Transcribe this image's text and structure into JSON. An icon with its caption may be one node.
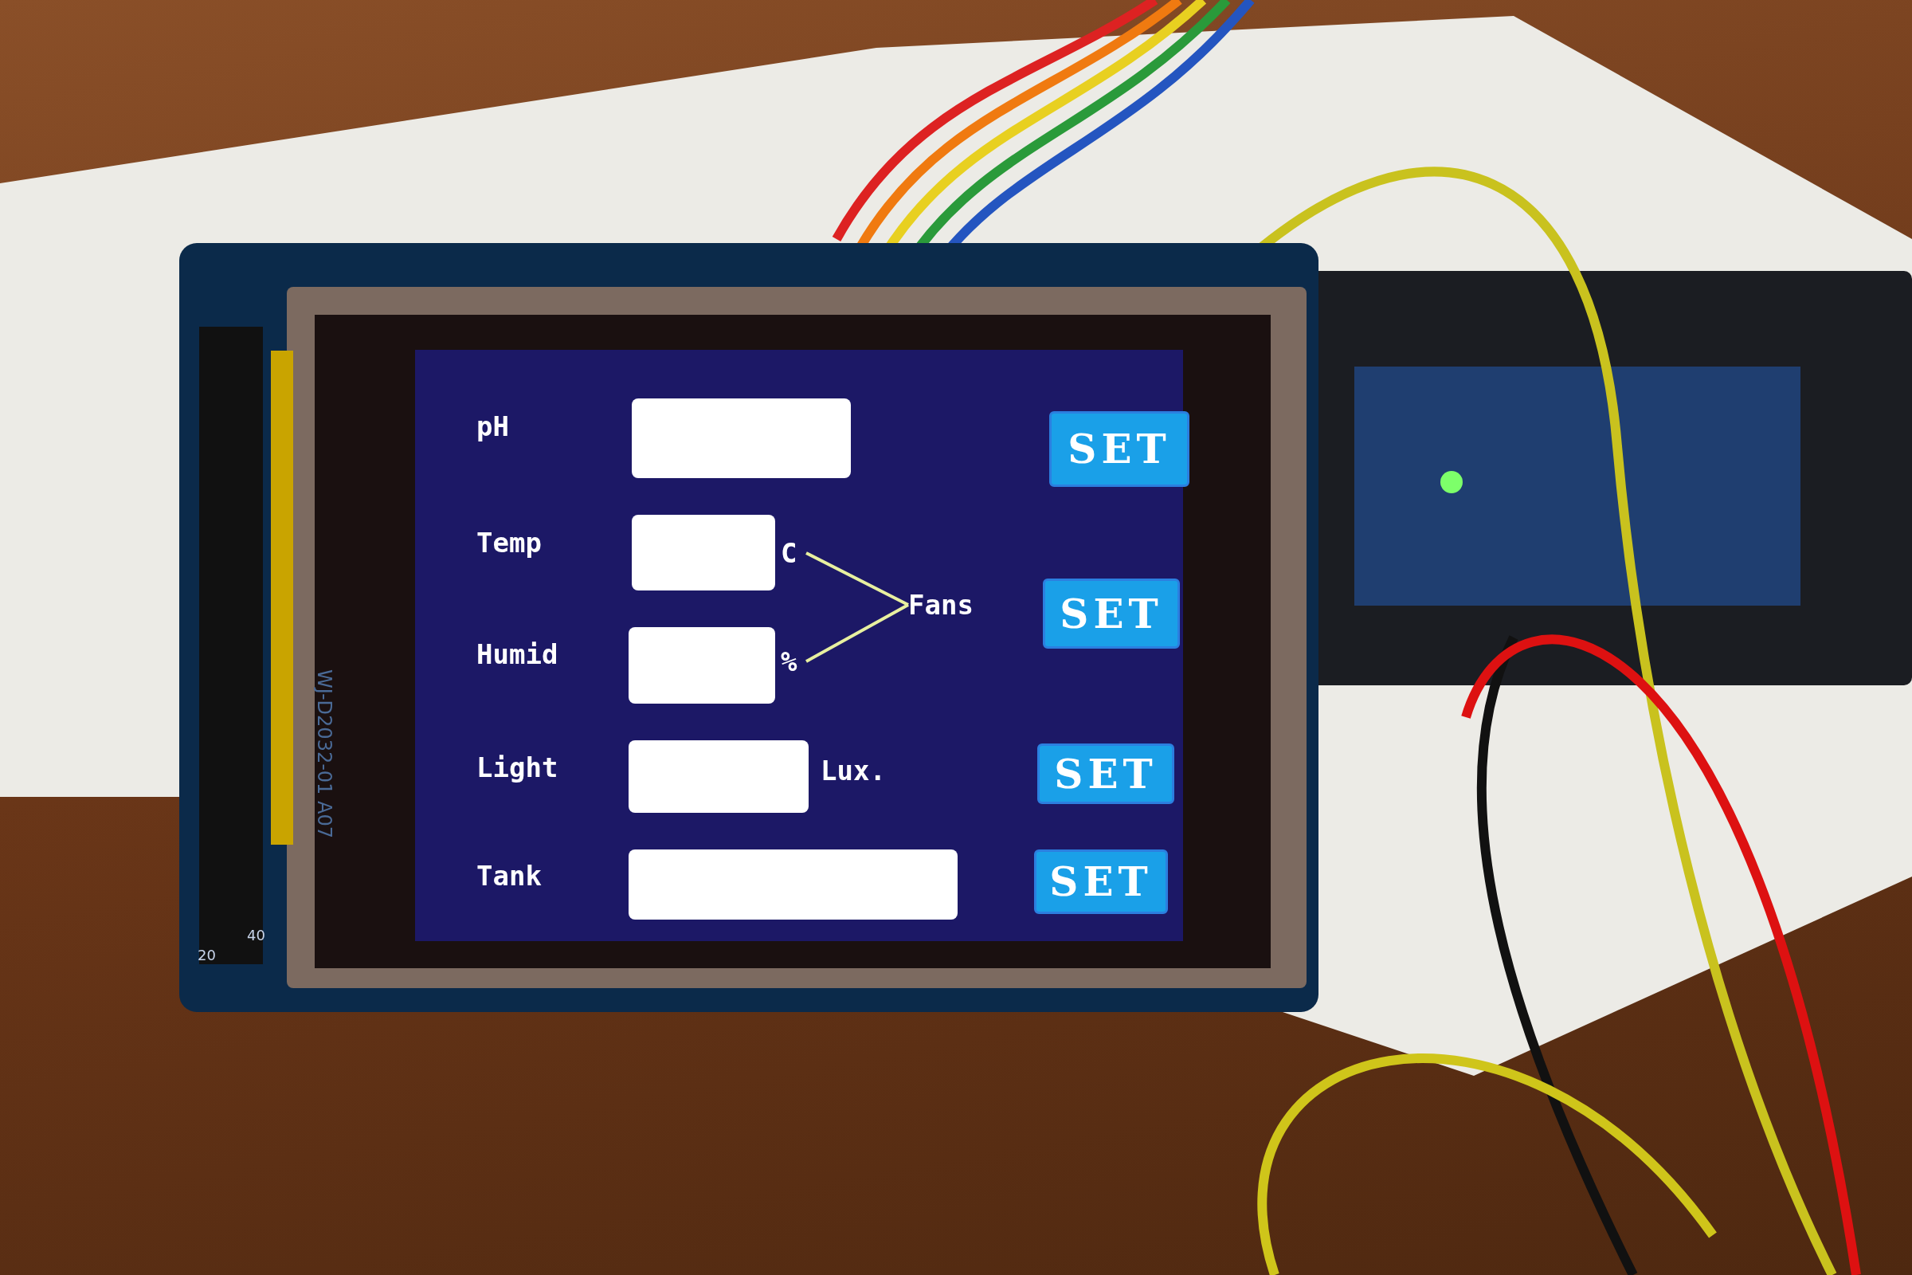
{
  "diagram": {
    "nodes": [
      {
        "text": [],
        "shape": "box"
      },
      {
        "text": [
          "SET"
        ]
      },
      {
        "text": [],
        "shape": "box"
      },
      {
        "text": [
          "C"
        ]
      },
      {
        "text": [
          "Fans"
        ]
      },
      {
        "text": [
          "SET"
        ]
      },
      {
        "text": [],
        "shape": "box"
      },
      {
        "text": [
          "%"
        ]
      },
      {
        "text": [],
        "shape": "box"
      },
      {
        "text": [
          "SET"
        ]
      },
      {
        "text": [],
        "shape": "box"
      },
      {
        "text": [
          "SET"
        ]
      }
    ],
    "edges": [
      {
        "from": 3,
        "to": 4,
        "arrow": "none"
      },
      {
        "from": 7,
        "to": 4,
        "arrow": "none"
      }
    ],
    "labels": [
      "pH",
      "Temp",
      "Humid",
      "Light",
      "Lux.",
      "Tank",
      "WJ-D2032-01 A07",
      "40",
      "20"
    ]
  }
}
